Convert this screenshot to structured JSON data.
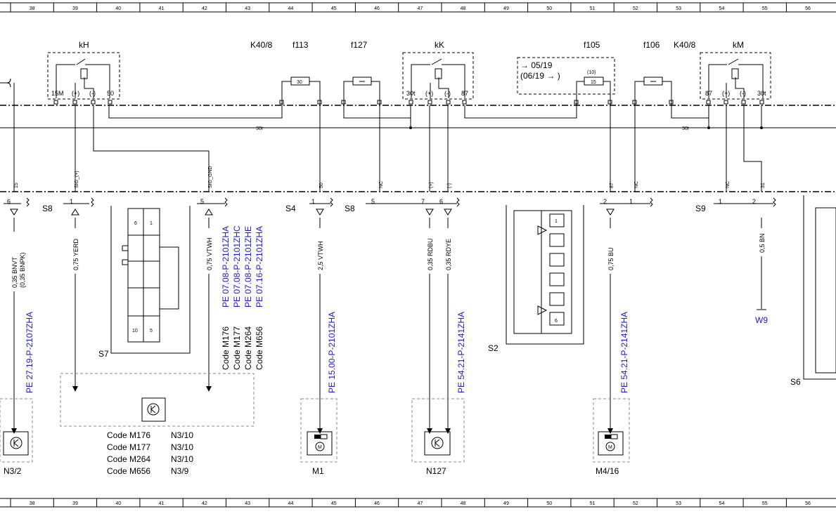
{
  "ruler": {
    "top_labels": [
      "38",
      "39",
      "40",
      "41",
      "42",
      "43",
      "44",
      "45",
      "46",
      "47",
      "48",
      "49",
      "50",
      "51",
      "52",
      "53",
      "54",
      "55",
      "56"
    ],
    "bottom_labels": [
      "38",
      "39",
      "40",
      "41",
      "42",
      "43",
      "44",
      "45",
      "46",
      "47",
      "48",
      "49",
      "50",
      "51",
      "52",
      "53",
      "54",
      "55",
      "56"
    ]
  },
  "bus": {
    "label_left": "30t",
    "label_right": "30t"
  },
  "top_labels": {
    "kh": "kH",
    "k40_left": "K40/8",
    "f113": "f113",
    "f127": "f127",
    "kk": "kK",
    "f105": "f105",
    "f106": "f106",
    "k40_right": "K40/8",
    "km": "kM"
  },
  "relay_kh": {
    "pins": [
      "15M",
      "(+)",
      "(-)",
      "50"
    ]
  },
  "relay_kk": {
    "pins": [
      "30t",
      "(+)",
      "(-)",
      "87"
    ]
  },
  "relay_km": {
    "pins": [
      "87",
      "(+)",
      "(-)",
      "30t"
    ]
  },
  "fuses": {
    "f113_rating": "30",
    "f105_from": "→ 05/19",
    "f105_to": "(06/19 → )",
    "f105_alt": "(10)",
    "f105_rating": "15"
  },
  "wire_ids": [
    "15",
    "SIG_(+)",
    "SIG_GND",
    "50",
    "NC",
    "(+)",
    "(-)",
    "87",
    "NC",
    "NC",
    "31"
  ],
  "connectors": {
    "s8_left": "S8",
    "s4": "S4",
    "s8_right": "S8",
    "s9": "S9",
    "s7": "S7",
    "s2": "S2",
    "s6": "S6"
  },
  "pin_numbers": [
    "6",
    "1",
    "5",
    "1",
    "5",
    "7",
    "6",
    "2",
    "1",
    "1",
    "2"
  ],
  "wire_colors": [
    "0,35 BNVT",
    "(0,35 BNPK)",
    "0,75 YERD",
    "0,75 VTWH",
    "2,5 VTWH",
    "0,35 RDBU",
    "0,35 RDYE",
    "0,75 BU",
    "0,5 BN"
  ],
  "s7_pins": [
    "6",
    "1",
    "10",
    "5"
  ],
  "s2_pins": [
    "1",
    "6"
  ],
  "page_refs": [
    "PE 27.19-P-2107ZHA",
    "PE 07.08-P-2101ZHA",
    "PE 07.08-P-2101ZHC",
    "PE 07.08-P-2101ZHE",
    "PE 07.16-P-2101ZHA",
    "PE 15.00-P-2101ZHA",
    "PE 54.21-P-2141ZHA",
    "PE 54.21-P-2141ZHA",
    "W9"
  ],
  "codes_vertical": [
    "Code M176",
    "Code M177",
    "Code M264",
    "Code M656"
  ],
  "code_table": [
    {
      "code": "Code M176",
      "ref": "N3/10"
    },
    {
      "code": "Code M177",
      "ref": "N3/10"
    },
    {
      "code": "Code M264",
      "ref": "N3/10"
    },
    {
      "code": "Code M656",
      "ref": "N3/9"
    }
  ],
  "components": {
    "n3_2": "N3/2",
    "m1": "M1",
    "n127": "N127",
    "m4_16": "M4/16",
    "motor_symbol": "M"
  }
}
